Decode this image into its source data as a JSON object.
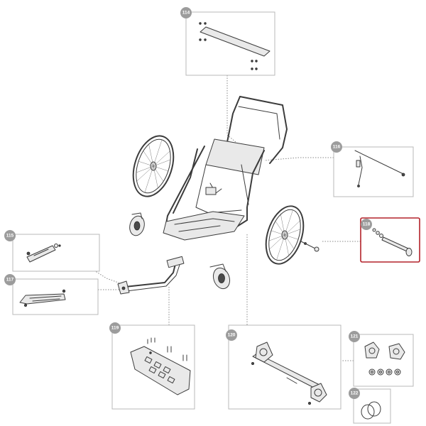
{
  "callouts": [
    {
      "id": "114",
      "label": "114",
      "highlighted": false
    },
    {
      "id": "115",
      "label": "115",
      "highlighted": false
    },
    {
      "id": "116",
      "label": "116",
      "highlighted": false
    },
    {
      "id": "117",
      "label": "117",
      "highlighted": false
    },
    {
      "id": "118",
      "label": "118",
      "highlighted": true
    },
    {
      "id": "119",
      "label": "119",
      "highlighted": false
    },
    {
      "id": "120",
      "label": "120",
      "highlighted": false
    },
    {
      "id": "121",
      "label": "121",
      "highlighted": false
    },
    {
      "id": "122",
      "label": "122",
      "highlighted": false
    }
  ],
  "colors": {
    "box_border": "#b9b9b9",
    "highlight_border": "#b3222a",
    "badge": "#9c9c9c",
    "line_art": "#3c3c3c"
  }
}
